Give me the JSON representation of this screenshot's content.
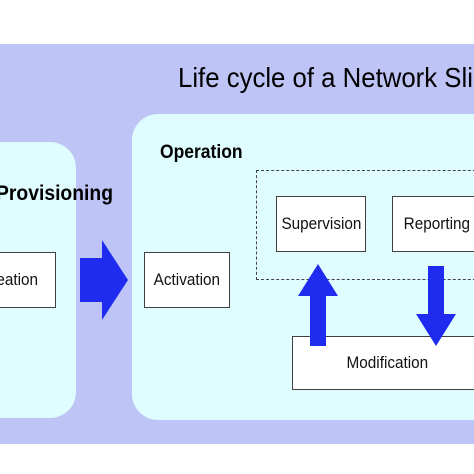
{
  "title": "Life cycle of a Network Slice",
  "phases": {
    "provisioning": {
      "heading": "Provisioning",
      "creation_label": "Creation"
    },
    "operation": {
      "heading": "Operation",
      "activation_label": "Activation",
      "supervision_label": "Supervision",
      "reporting_label": "Reporting",
      "modification_label": "Modification"
    }
  },
  "colors": {
    "outer_background": "#bfc4f6",
    "panel_background": "#dffcff",
    "arrow_fill": "#1f2bef",
    "box_fill": "#ffffff",
    "box_border": "#404040"
  }
}
